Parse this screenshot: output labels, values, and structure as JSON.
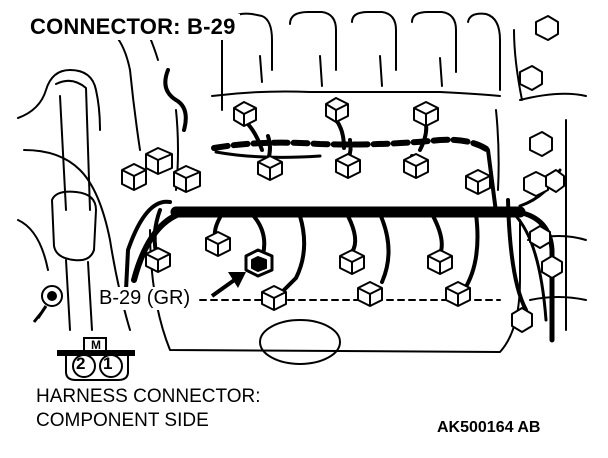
{
  "title": "CONNECTOR: B-29",
  "callout_label": "B-29 (GR)",
  "harness_label_line1": "HARNESS CONNECTOR:",
  "harness_label_line2": "COMPONENT SIDE",
  "figure_code": "AK500164 AB",
  "pin_header_label": "M",
  "pin_labels": [
    "2",
    "1"
  ],
  "colors": {
    "line": "#000000",
    "background": "#ffffff"
  }
}
